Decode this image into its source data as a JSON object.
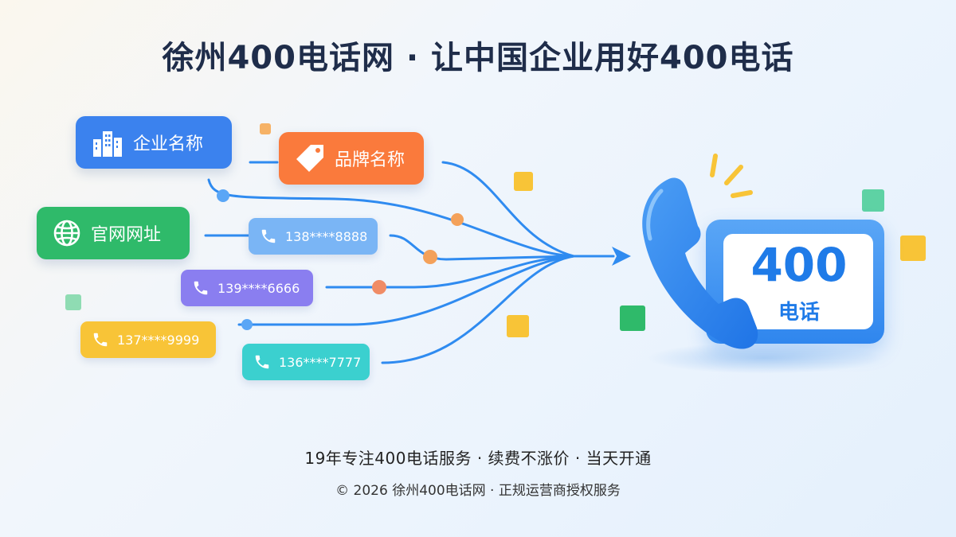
{
  "title": "徐州400电话网 · 让中国企业用好400电话",
  "tags": {
    "company": "企业名称",
    "brand": "品牌名称",
    "website": "官网网址"
  },
  "phones": {
    "p138": "138****8888",
    "p139": "139****6666",
    "p137": "137****9999",
    "p136": "136****7777"
  },
  "card": {
    "number": "400",
    "label": "电话"
  },
  "footer": {
    "tagline": "19年专注400电话服务 · 续费不涨价 · 当天开通",
    "copyright": "© 2026 徐州400电话网 · 正规运营商授权服务"
  },
  "colors": {
    "blue": "#3b82ee",
    "orange": "#fa7a3c",
    "green": "#2fba6a",
    "light_blue": "#7ab5f5",
    "purple": "#8a7ef0",
    "yellow": "#f8c437",
    "teal": "#3bd0cf",
    "line": "#2f8bf0"
  },
  "icons": [
    "building-icon",
    "tag-icon",
    "globe-icon",
    "phone-icon",
    "arrow-right-icon",
    "telephone-handset-icon"
  ]
}
